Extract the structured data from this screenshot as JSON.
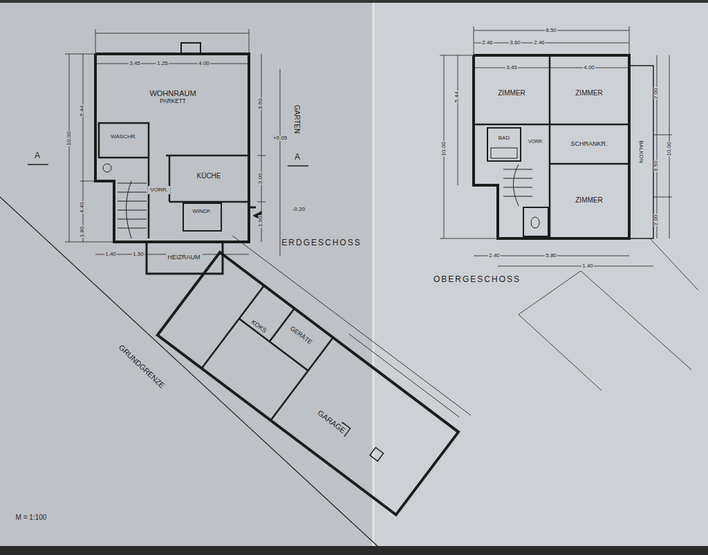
{
  "diagram": {
    "nodes": [
      {
        "text": [
          "WOHNRAUM",
          "PARKETT"
        ]
      },
      {
        "text": [
          "KÜCHE"
        ]
      },
      {
        "text": [
          "WASCHR."
        ]
      },
      {
        "text": [
          "VORR."
        ]
      },
      {
        "text": [
          "WINDF."
        ]
      },
      {
        "text": [
          "HEIZRAUM"
        ]
      },
      {
        "text": [
          "KOKS"
        ]
      },
      {
        "text": [
          "GERÄTE"
        ]
      },
      {
        "text": [
          "GARAGE"
        ]
      },
      {
        "text": [
          "ZIMMER"
        ]
      },
      {
        "text": [
          "ZIMMER"
        ]
      },
      {
        "text": [
          "SCHRANKR."
        ]
      },
      {
        "text": [
          "ZIMMER"
        ]
      },
      {
        "text": [
          "BAD"
        ]
      },
      {
        "text": [
          "VORR."
        ]
      },
      {
        "text": [
          "BALKON"
        ]
      }
    ],
    "labels": [
      "ERDGESCHOSS",
      "OBERGESCHOSS",
      "GARTEN",
      "GRUNDGRENZE",
      "M = 1:100",
      "A",
      "A",
      "10.00",
      "5.44",
      "4.40",
      "1.80",
      "3.45",
      "1.25",
      "4.00",
      "3.60",
      "3.00",
      "1.90",
      "+0.05",
      "-0.20",
      "1.40",
      "1.50",
      "8.50",
      "2.46",
      "3.60",
      "2.46",
      "3.45",
      "4.00",
      "10.00",
      "5.44",
      "10.00",
      "2.00",
      "3.50",
      "2.00",
      "2.40",
      "5.80",
      "1.40"
    ]
  }
}
